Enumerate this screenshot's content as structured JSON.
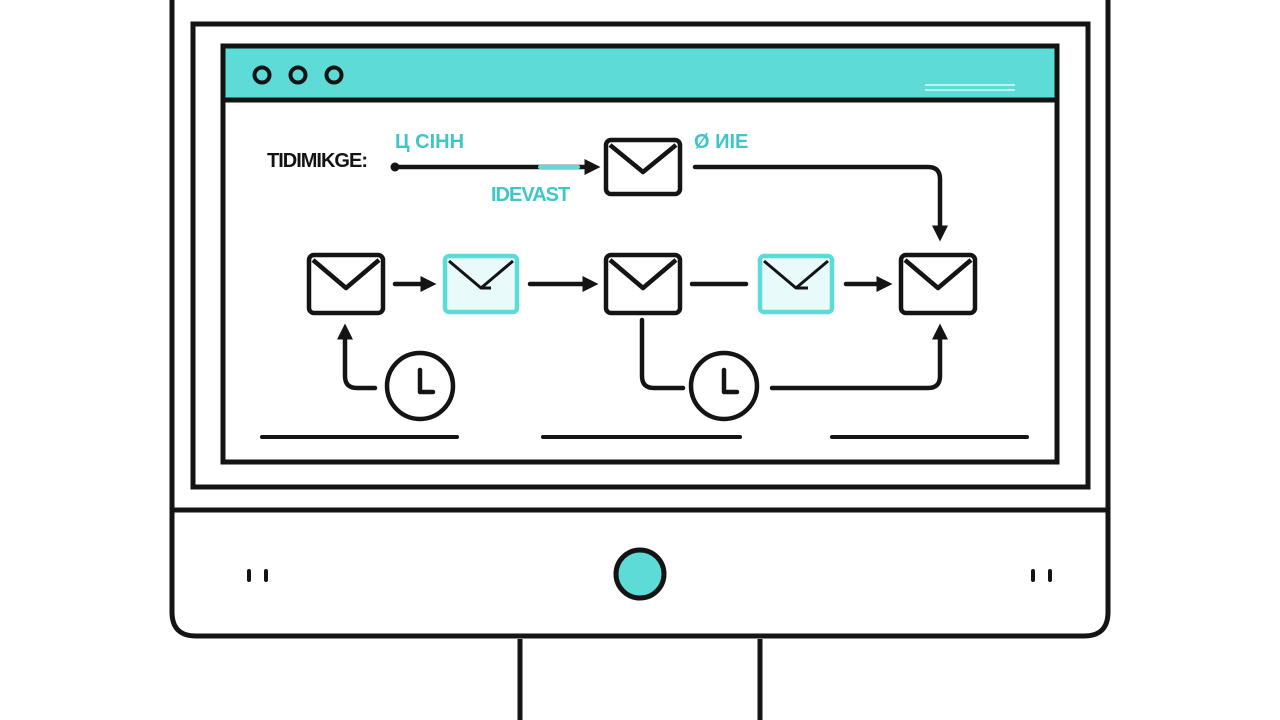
{
  "colors": {
    "outline": "#141414",
    "accent": "#5ddcd7",
    "accent_text": "#3ec6c9",
    "background": "#ffffff"
  },
  "labels": {
    "start": "TIDIMIKGE:",
    "top_left": "Ц СІНН",
    "top_right": "Ø ИІЕ",
    "middle": "IDEVAST"
  },
  "window_controls": [
    "dot",
    "dot",
    "dot"
  ],
  "flow": {
    "nodes": [
      {
        "id": "top-envelope",
        "icon": "envelope-icon",
        "style": "outline"
      },
      {
        "id": "row-envelope-1",
        "icon": "envelope-icon",
        "style": "outline"
      },
      {
        "id": "row-envelope-2",
        "icon": "envelope-icon",
        "style": "accent"
      },
      {
        "id": "row-envelope-3",
        "icon": "envelope-icon",
        "style": "outline"
      },
      {
        "id": "row-envelope-4",
        "icon": "envelope-icon",
        "style": "accent"
      },
      {
        "id": "row-envelope-5",
        "icon": "envelope-icon",
        "style": "outline"
      },
      {
        "id": "timer-1",
        "icon": "clock-icon"
      },
      {
        "id": "timer-2",
        "icon": "clock-icon"
      }
    ]
  }
}
